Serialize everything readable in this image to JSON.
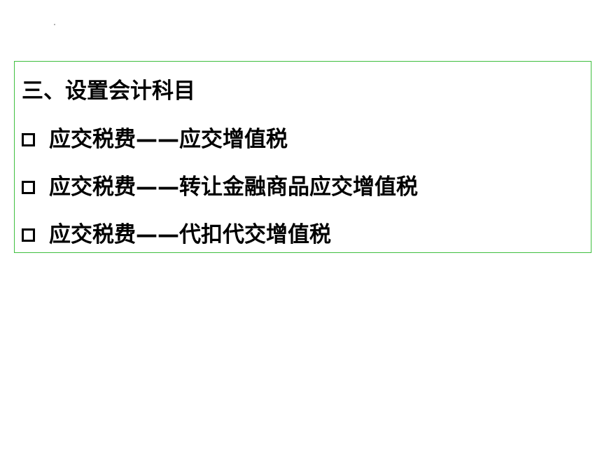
{
  "section": {
    "heading": "三、设置会计科目",
    "items": [
      {
        "label": "应交税费——应交增值税"
      },
      {
        "label": "应交税费——转让金融商品应交增值税"
      },
      {
        "label": "应交税费——代扣代交增值税"
      }
    ]
  },
  "colors": {
    "border": "#3fbf3f",
    "text": "#000000",
    "background": "#ffffff"
  },
  "icons": {
    "bullet": "hollow-square-icon"
  }
}
